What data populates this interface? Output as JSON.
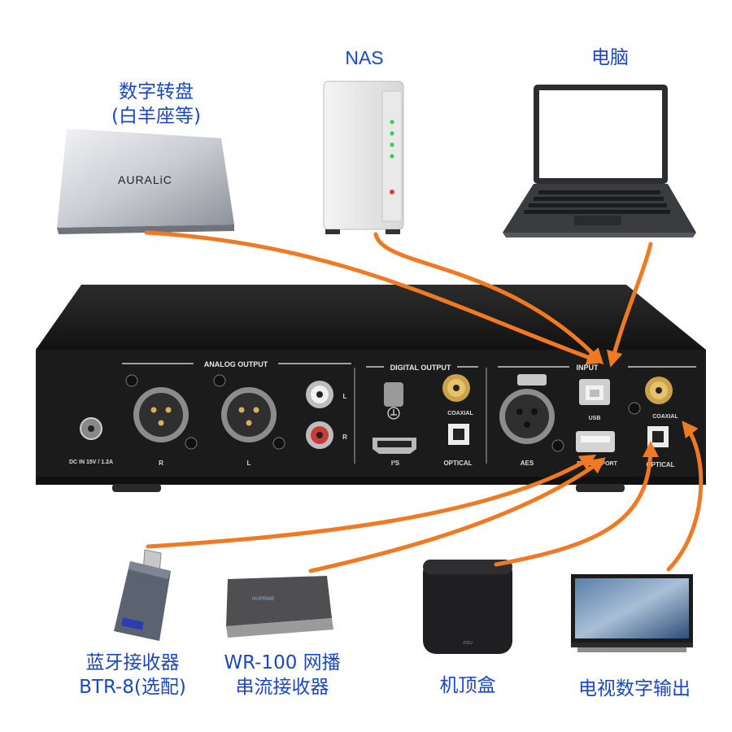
{
  "sources": {
    "transport": {
      "line1": "数字转盘",
      "line2": "(白羊座等)",
      "logo": "AURALiC"
    },
    "nas": {
      "label": "NAS"
    },
    "computer": {
      "label": "电脑"
    }
  },
  "panel": {
    "dc_label": "DC IN 15V / 1.2A",
    "analog_output": "ANALOG OUTPUT",
    "xlr_r": "R",
    "xlr_l": "L",
    "rca_l": "L",
    "rca_r": "R",
    "digital_output": "DIGITAL OUTPUT",
    "hdmi_label": "I²S",
    "coaxial_out": "COAXIAL",
    "optical_out": "OPTICAL",
    "input": "INPUT",
    "aes": "AES",
    "usb": "USB",
    "ext_port": "EXTEND PORT",
    "coaxial_in": "COAXIAL",
    "optical_in": "OPTICAL"
  },
  "devices": {
    "bt": {
      "line1": "蓝牙接收器",
      "line2": "BTR-8(选配)"
    },
    "wr100": {
      "line1": "WR-100 网播",
      "line2": "串流接收器",
      "brand": "NUPRIME"
    },
    "stb": {
      "label": "机顶盒",
      "brand": "ZIDU"
    },
    "tv": {
      "label": "电视数字输出"
    }
  },
  "colors": {
    "arrow": "#f07a24",
    "label_blue": "#1a47c8",
    "chassis": "#1b1b1b"
  }
}
